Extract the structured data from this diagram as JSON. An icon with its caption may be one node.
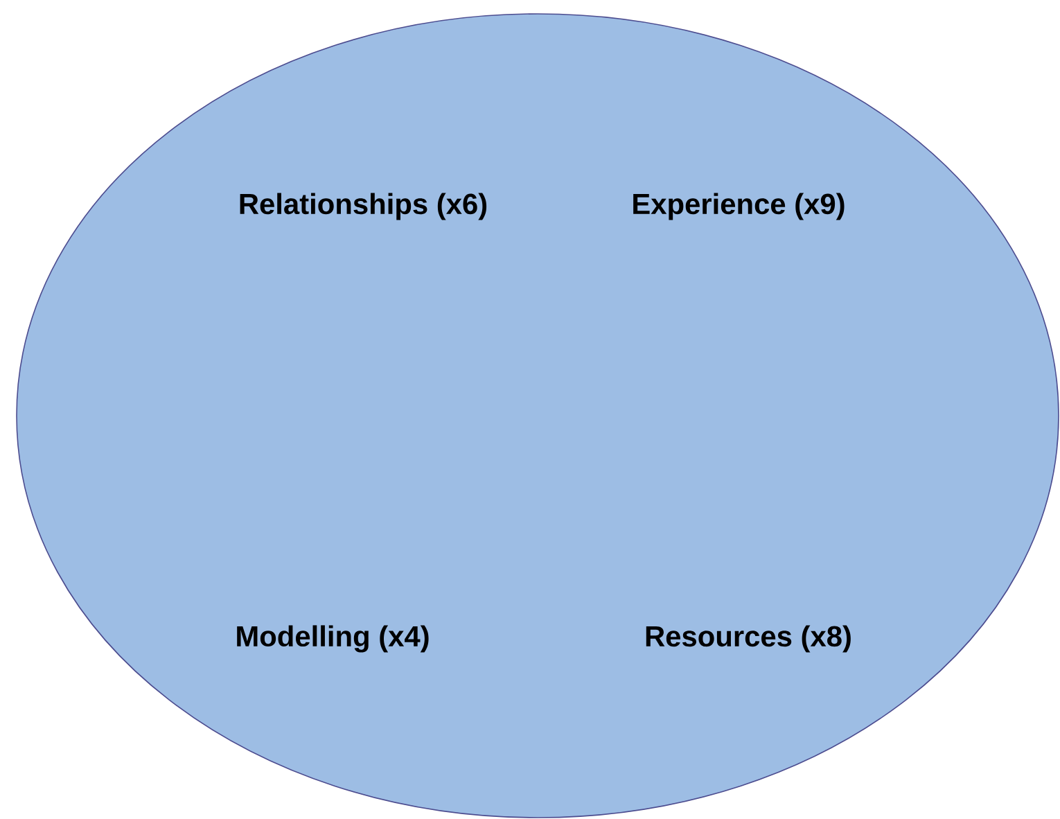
{
  "diagram": {
    "nodes": [
      {
        "text": [
          "Relationships (x6)",
          "Experience (x9)",
          "Modelling (x4)",
          "Resources (x8)"
        ]
      }
    ]
  }
}
